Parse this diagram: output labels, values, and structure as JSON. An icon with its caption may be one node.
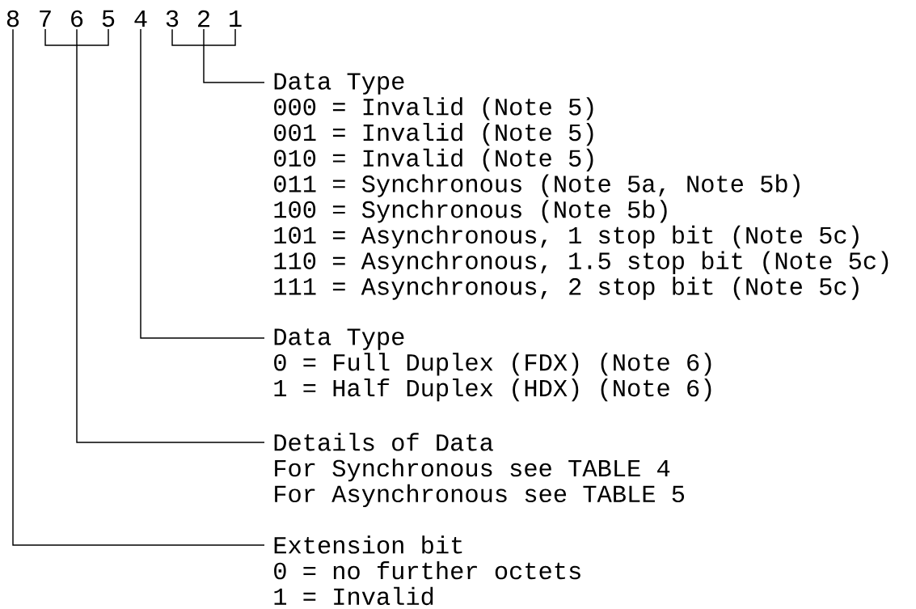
{
  "diagram": {
    "nodes": [
      {
        "text": [
          "8"
        ]
      },
      {
        "text": [
          "7"
        ]
      },
      {
        "text": [
          "6"
        ]
      },
      {
        "text": [
          "5"
        ]
      },
      {
        "text": [
          "4"
        ]
      },
      {
        "text": [
          "3"
        ]
      },
      {
        "text": [
          "2"
        ]
      },
      {
        "text": [
          "1"
        ]
      },
      {
        "text": [
          "Data Type",
          "000 = Invalid (Note 5)",
          "001 = Invalid (Note 5)",
          "010 = Invalid (Note 5)",
          "011 = Synchronous (Note 5a, Note 5b)",
          "100 = Synchronous (Note 5b)",
          "101 = Asynchronous, 1 stop bit (Note 5c)",
          "110 = Asynchronous, 1.5 stop bit (Note 5c)",
          "111 = Asynchronous, 2 stop bit (Note 5c)"
        ]
      },
      {
        "text": [
          "Data Type",
          "0 = Full Duplex (FDX) (Note 6)",
          "1 = Half Duplex (HDX) (Note 6)"
        ]
      },
      {
        "text": [
          "Details of Data",
          "For Synchronous see TABLE 4",
          "For Asynchronous see TABLE 5"
        ]
      },
      {
        "text": [
          "Extension bit",
          "0 = no further octets",
          "1 = Invalid"
        ]
      }
    ],
    "edges": [
      {
        "from": 5,
        "to": 8,
        "arrow": "none"
      },
      {
        "from": 6,
        "to": 8,
        "arrow": "none"
      },
      {
        "from": 7,
        "to": 8,
        "arrow": "none"
      },
      {
        "from": 4,
        "to": 9,
        "arrow": "none"
      },
      {
        "from": 1,
        "to": 10,
        "arrow": "none"
      },
      {
        "from": 2,
        "to": 10,
        "arrow": "none"
      },
      {
        "from": 3,
        "to": 10,
        "arrow": "none"
      },
      {
        "from": 0,
        "to": 11,
        "arrow": "none"
      }
    ]
  }
}
